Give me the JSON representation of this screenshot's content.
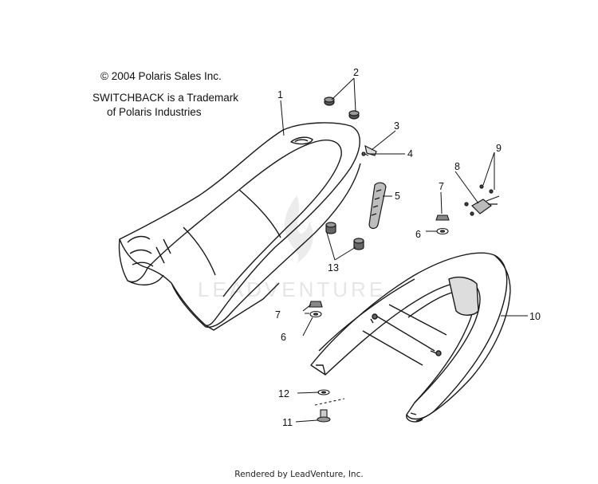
{
  "notes": {
    "copyright": "© 2004 Polaris Sales Inc.",
    "trademark_line1": "SWITCHBACK is a Trademark",
    "trademark_line2": "of Polaris Industries"
  },
  "watermark": "LEADVENTURE",
  "footer": "Rendered by LeadVenture, Inc.",
  "callouts": [
    "1",
    "2",
    "3",
    "4",
    "5",
    "6",
    "7",
    "8",
    "9",
    "10",
    "6",
    "7",
    "12",
    "11",
    "13"
  ],
  "colors": {
    "line": "#1a1a1a",
    "leader": "#111111",
    "watermark": "#e6e6e6"
  }
}
